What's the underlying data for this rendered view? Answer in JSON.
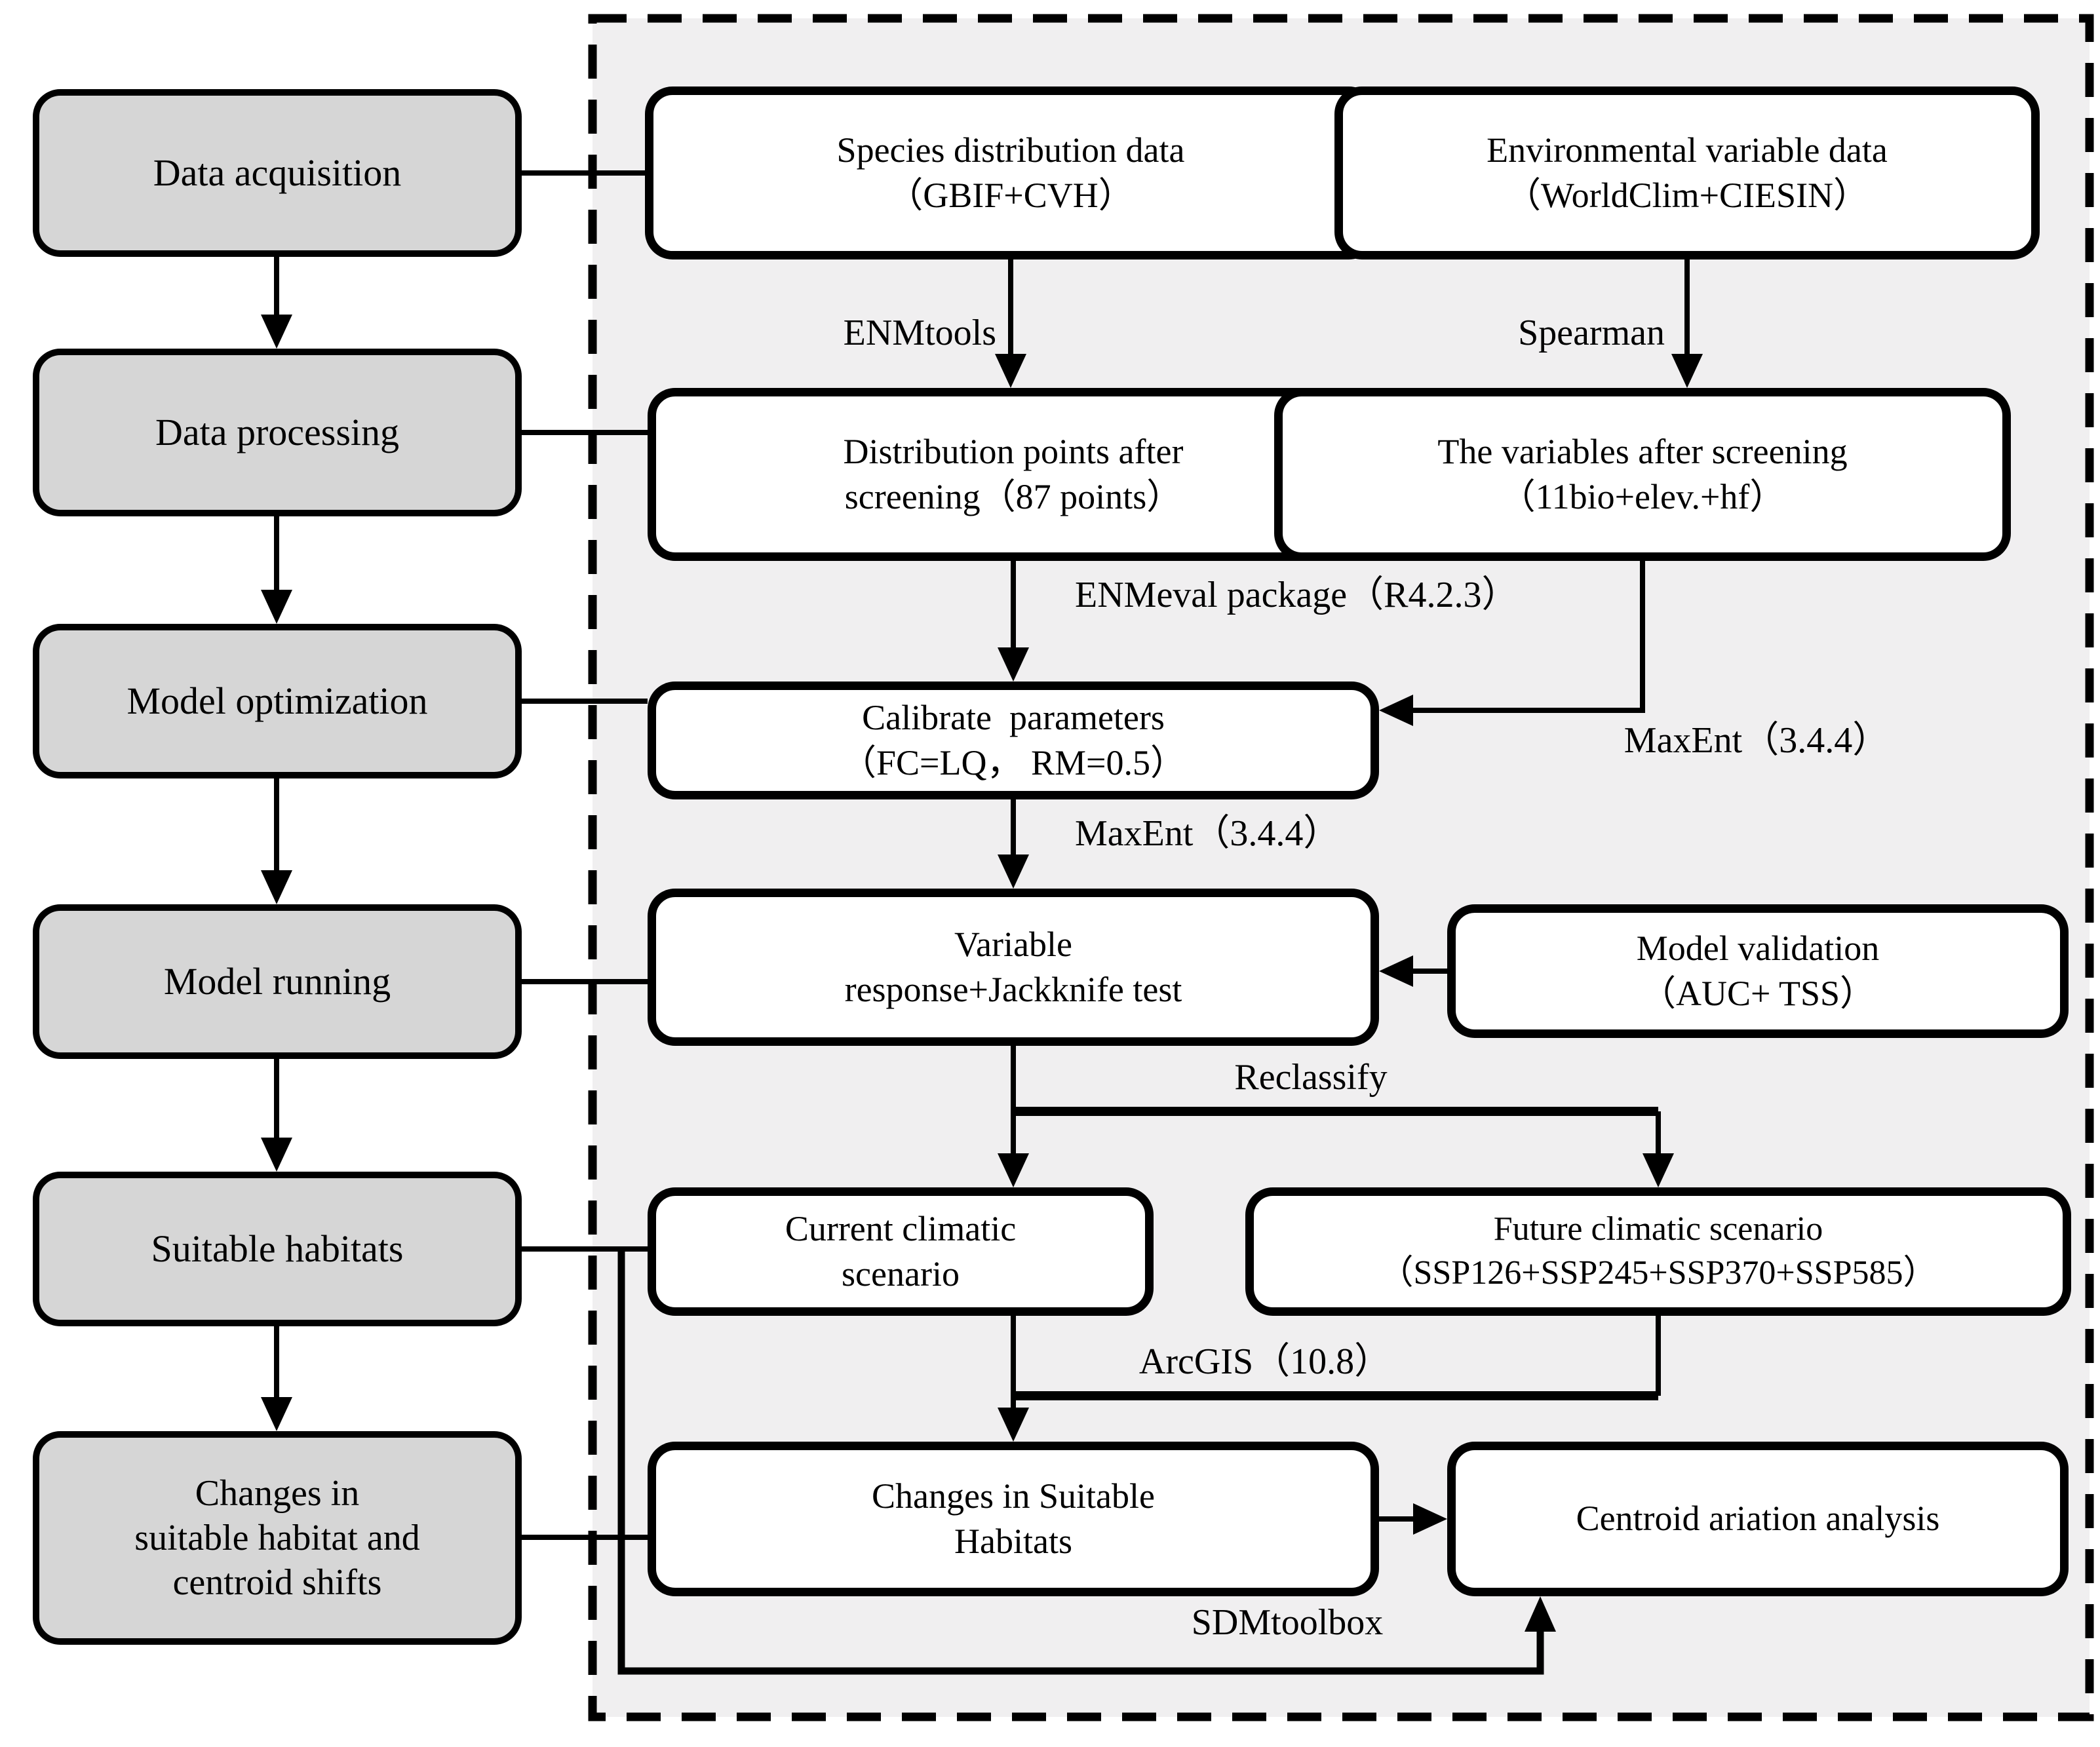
{
  "figure": {
    "kind": "flowchart",
    "colors": {
      "step_fill": "#d6d6d6",
      "panel_fill": "#f0eff0",
      "box_fill": "#ffffff",
      "line": "#000000"
    },
    "left_steps": {
      "data_acquisition": {
        "label": "Data acquisition"
      },
      "data_processing": {
        "label": "Data processing"
      },
      "model_optimization": {
        "label": "Model optimization"
      },
      "model_running": {
        "label": "Model running"
      },
      "suitable_habitats": {
        "label": "Suitable habitats"
      },
      "changes_centroid": {
        "line1": "Changes in",
        "line2": "suitable habitat and",
        "line3": "centroid shifts"
      }
    },
    "boxes": {
      "species_data": {
        "line1": "Species distribution data",
        "line2": "（GBIF+CVH）"
      },
      "env_data": {
        "line1": "Environmental variable data",
        "line2": "（WorldClim+CIESIN）"
      },
      "distribution_points": {
        "line1": "Distribution points after",
        "line2": "screening（87 points）"
      },
      "variables_screened": {
        "line1": "The variables after screening",
        "line2": "（11bio+elev.+hf）"
      },
      "calibrate": {
        "line1": "Calibrate  parameters",
        "line2": "（FC=LQ， RM=0.5）"
      },
      "variable_response": {
        "line1": "Variable",
        "line2": "response+Jackknife test"
      },
      "model_validation": {
        "line1": "Model validation",
        "line2": "（AUC+ TSS）"
      },
      "current_scenario": {
        "line1": "Current climatic",
        "line2": "scenario"
      },
      "future_scenario": {
        "line1": "Future climatic scenario",
        "line2": "（SSP126+SSP245+SSP370+SSP585）"
      },
      "changes_habitats": {
        "line1": "Changes in Suitable",
        "line2": "Habitats"
      },
      "centroid_analysis": {
        "label": "Centroid ariation analysis"
      }
    },
    "edge_labels": {
      "enmtools": "ENMtools",
      "spearman": "Spearman",
      "enmeval": "ENMeval package（R4.2.3）",
      "maxent_side": "MaxEnt（3.4.4）",
      "maxent_down": "MaxEnt（3.4.4）",
      "reclassify": "Reclassify",
      "arcgis": "ArcGIS（10.8）",
      "sdmtoolbox": "SDMtoolbox"
    }
  }
}
